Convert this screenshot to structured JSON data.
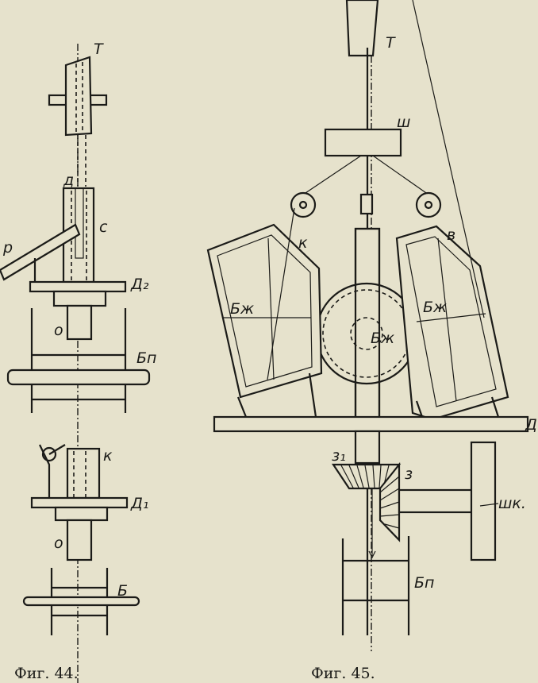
{
  "figure44": {
    "caption": "Фиг. 44.",
    "labels": {
      "T": "Т",
      "d": "д",
      "c": "с",
      "p": "р",
      "D2": "Д₂",
      "o_upper": "о",
      "Bp": "Бп",
      "k": "к",
      "D1": "Д₁",
      "o_lower": "о",
      "B": "Б"
    }
  },
  "figure45": {
    "caption": "Фиг. 45.",
    "labels": {
      "T": "Т",
      "sh": "ш",
      "k": "к",
      "v": "в",
      "Bzh_left": "Бж",
      "Bzh_center": "Бж",
      "Bzh_right": "Бж",
      "D": "Д",
      "z1": "з₁",
      "z": "з",
      "shk": "шк.",
      "Bp": "Бп"
    }
  }
}
